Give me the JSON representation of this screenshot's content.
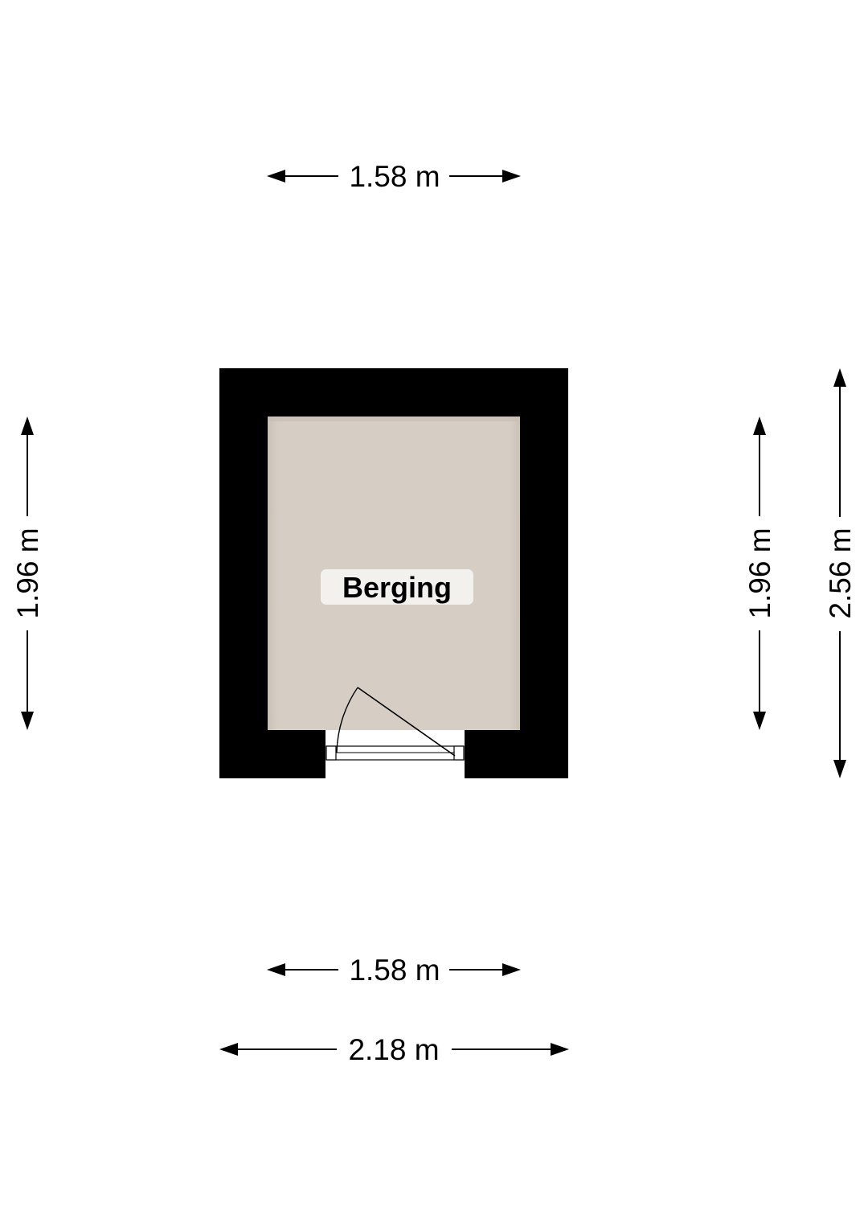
{
  "room": {
    "name": "Berging"
  },
  "dimensions": {
    "top_width": "1.58 m",
    "bottom_inner_width": "1.58 m",
    "bottom_outer_width": "2.18 m",
    "left_height": "1.96 m",
    "right_inner_height": "1.96 m",
    "right_outer_height": "2.56 m"
  },
  "colors": {
    "wall": "#000000",
    "floor": "#d6cec5",
    "label_background": "#f2f1ee",
    "background": "#ffffff"
  }
}
